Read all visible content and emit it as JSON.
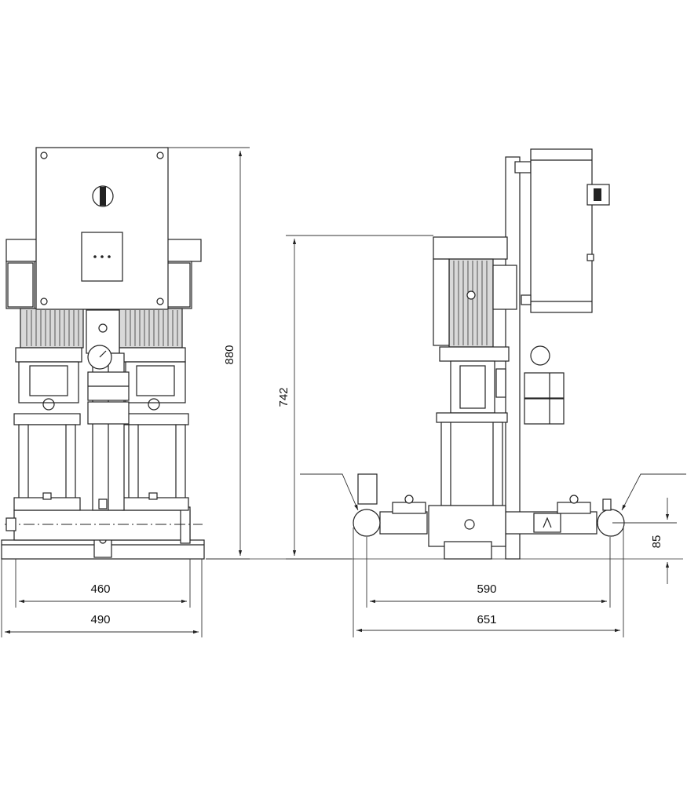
{
  "dimensions": {
    "front_width_inner": "460",
    "front_width_outer": "490",
    "front_height": "880",
    "side_height": "742",
    "side_width_inner": "590",
    "side_width_outer": "651",
    "inlet_height": "85"
  }
}
